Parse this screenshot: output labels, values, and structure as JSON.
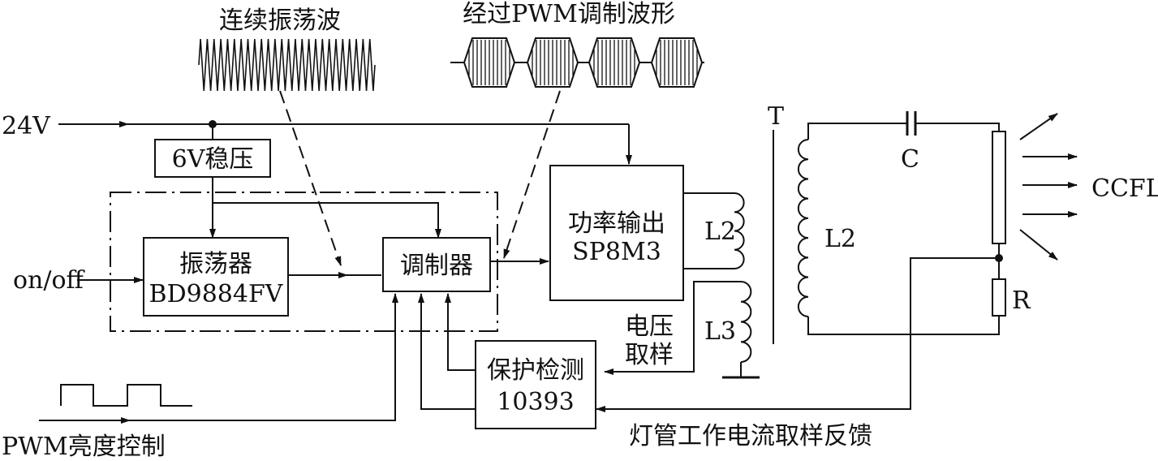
{
  "labels": {
    "osc_wave": "连续振荡波",
    "pwm_wave": "经过PWM调制波形",
    "v24": "24V",
    "on_off": "on/off",
    "pwm_ctrl": "PWM亮度控制",
    "lamp_fb": "灯管工作电流取样反馈",
    "volt_sample_1": "电压",
    "volt_sample_2": "取样",
    "transformer": "T",
    "capacitor": "C",
    "resistor": "R",
    "ccfl": "CCFL",
    "l2_primary": "L2",
    "l2_secondary": "L2",
    "l3": "L3"
  },
  "blocks": {
    "regulator": "6V稳压",
    "oscillator_name": "振荡器",
    "oscillator_part": "BD9884FV",
    "modulator": "调制器",
    "power_name": "功率输出",
    "power_part": "SP8M3",
    "protect_name": "保护检测",
    "protect_part": "10393"
  }
}
